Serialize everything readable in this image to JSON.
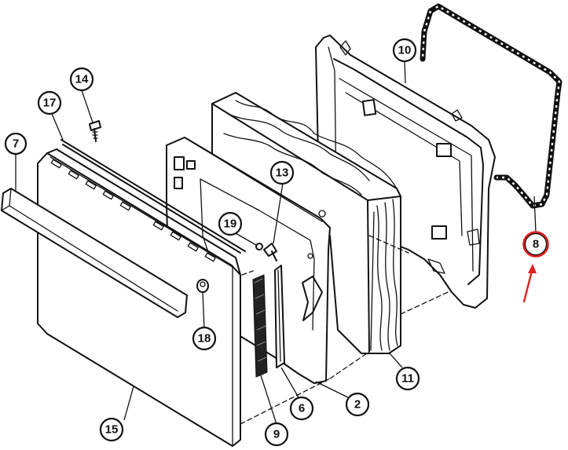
{
  "callouts": {
    "p7": "7",
    "p17": "17",
    "p14": "14",
    "p10": "10",
    "p13": "13",
    "p19": "19",
    "p18": "18",
    "p11": "11",
    "p2": "2",
    "p6": "6",
    "p9": "9",
    "p15": "15",
    "p8": "8"
  },
  "highlight": {
    "color": "#e02020",
    "part": "8"
  }
}
